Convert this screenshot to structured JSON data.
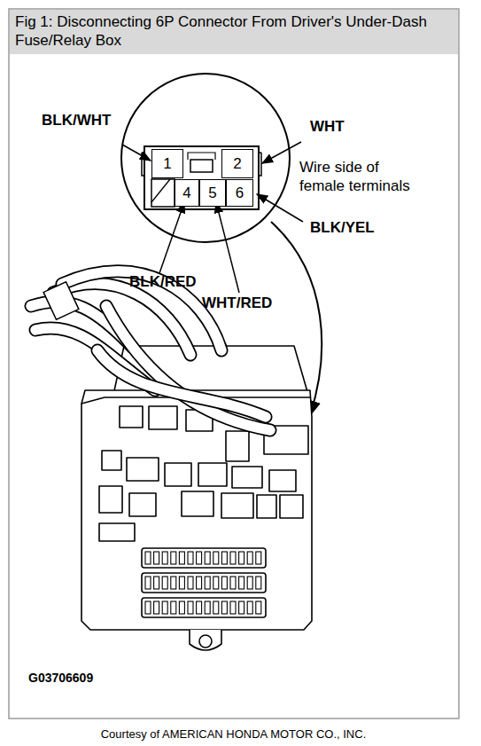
{
  "diagram": {
    "title": "Fig 1: Disconnecting 6P Connector From Driver's Under-Dash Fuse/Relay Box",
    "caption": "Courtesy of AMERICAN HONDA MOTOR CO., INC.",
    "nodes": [
      {
        "text": [
          "1"
        ]
      },
      {
        "text": [
          "2"
        ]
      },
      {
        "text": [
          "4"
        ]
      },
      {
        "text": [
          "5"
        ]
      },
      {
        "text": [
          "6"
        ]
      }
    ],
    "labels": [
      "BLK/WHT",
      "WHT",
      "Wire side of female terminals",
      "BLK/YEL",
      "BLK/RED",
      "WHT/RED",
      "G03706609"
    ]
  }
}
